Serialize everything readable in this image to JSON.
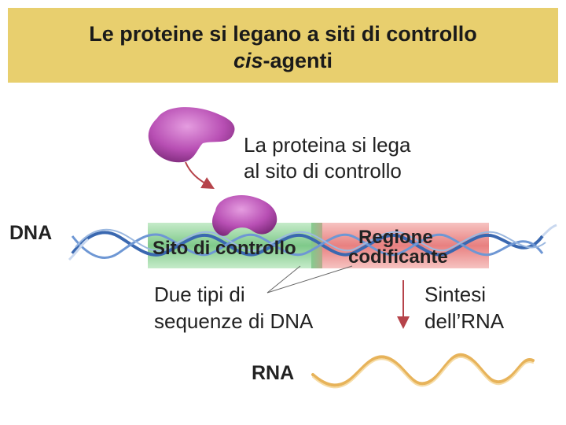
{
  "title": {
    "line1": "Le proteine si legano a siti di controllo",
    "line2_italic": "cis",
    "line2_rest": "-agenti"
  },
  "labels": {
    "dna": "DNA",
    "protein_binding_line1": "La proteina si lega",
    "protein_binding_line2": "al sito di controllo",
    "control_site": "Sito di controllo",
    "coding_region_line1": "Regione",
    "coding_region_line2": "codificante",
    "two_types_line1": "Due tipi di",
    "two_types_line2": "sequenze di DNA",
    "rna_synthesis_line1": "Sintesi",
    "rna_synthesis_line2": "dell’RNA",
    "rna": "RNA"
  },
  "colors": {
    "title_bg": "#e8cf6e",
    "protein": "#b84fb4",
    "dna_strand": "#3a68b0",
    "control_region": "#7fc98a",
    "coding_region": "#e88080",
    "rna_strand": "#e7b35a",
    "arrow": "#b6434a"
  }
}
